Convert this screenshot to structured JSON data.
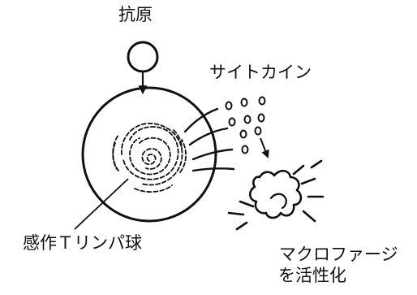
{
  "labels": {
    "antigen": "抗原",
    "cytokine": "サイトカイン",
    "t_cell": "感作Ｔリンパ球",
    "macrophage_line1": "マクロファージ",
    "macrophage_line2": "を活性化"
  },
  "colors": {
    "ink": "#111111",
    "background": "#ffffff"
  }
}
